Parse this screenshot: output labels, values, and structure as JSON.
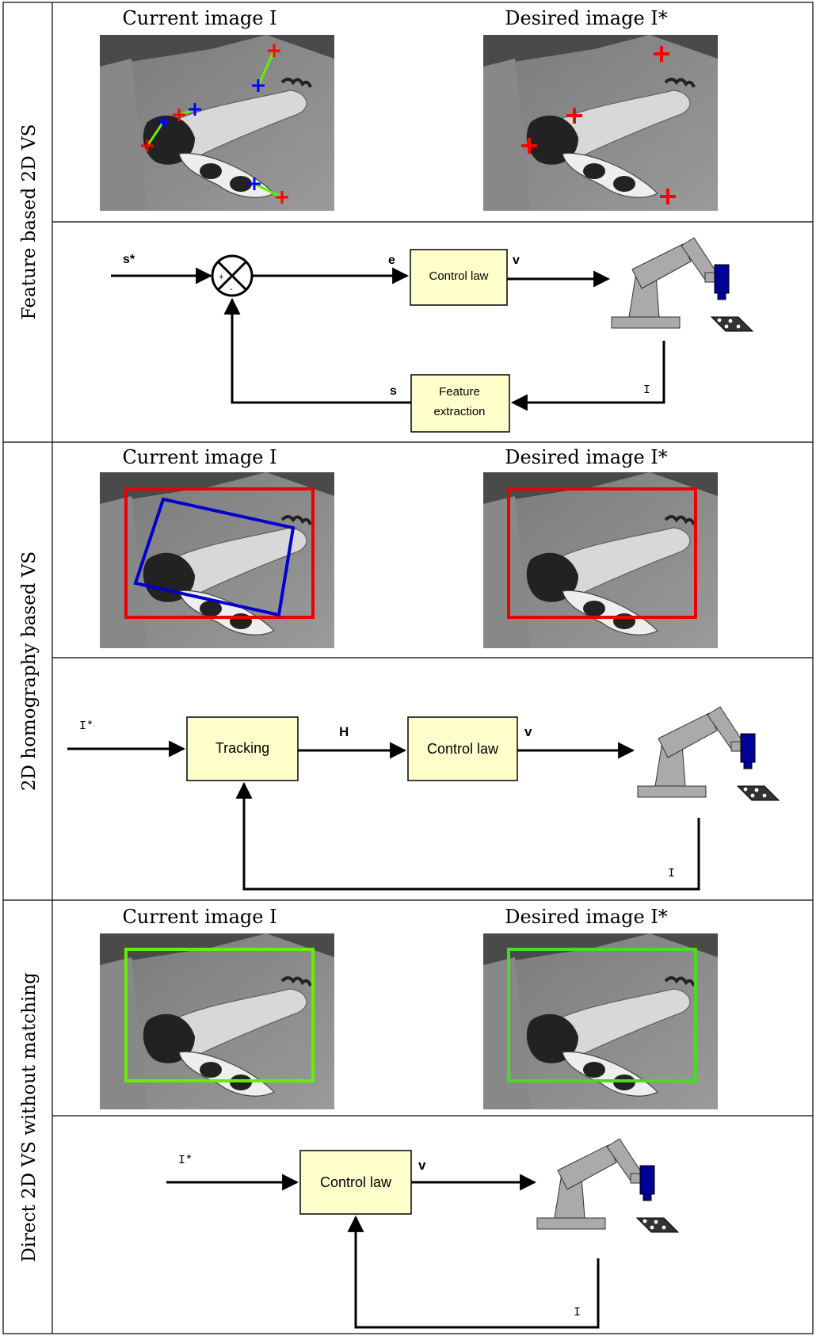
{
  "rows": [
    {
      "label": "Feature based 2D VS",
      "current_caption": "Current image I",
      "desired_caption": "Desired image I*",
      "diagram": {
        "s_star": "s*",
        "plus": "+",
        "minus": "-",
        "e": "e",
        "control_law": "Control law",
        "v": "v",
        "s": "s",
        "feature_extraction_line1": "Feature",
        "feature_extraction_line2": "extraction",
        "I": "I"
      }
    },
    {
      "label": "2D homography based VS",
      "current_caption": "Current image I",
      "desired_caption": "Desired image I*",
      "diagram": {
        "I_star": "I*",
        "tracking": "Tracking",
        "H": "H",
        "control_law": "Control law",
        "v": "v",
        "I": "I"
      }
    },
    {
      "label": "Direct 2D VS without matching",
      "current_caption": "Current image I",
      "desired_caption": "Desired image I*",
      "diagram": {
        "I_star": "I*",
        "control_law": "Control law",
        "v": "v",
        "I": "I"
      }
    }
  ],
  "colors": {
    "block_fill": "#ffffcc",
    "feature_red": "#ff0000",
    "feature_blue": "#0000ff",
    "feature_green": "#66ee00",
    "homography_blue": "#0000cc",
    "homography_red": "#ee0000",
    "direct_green": "#44dd22",
    "robot_gray": "#aaaaaa",
    "camera_blue": "#000099"
  }
}
